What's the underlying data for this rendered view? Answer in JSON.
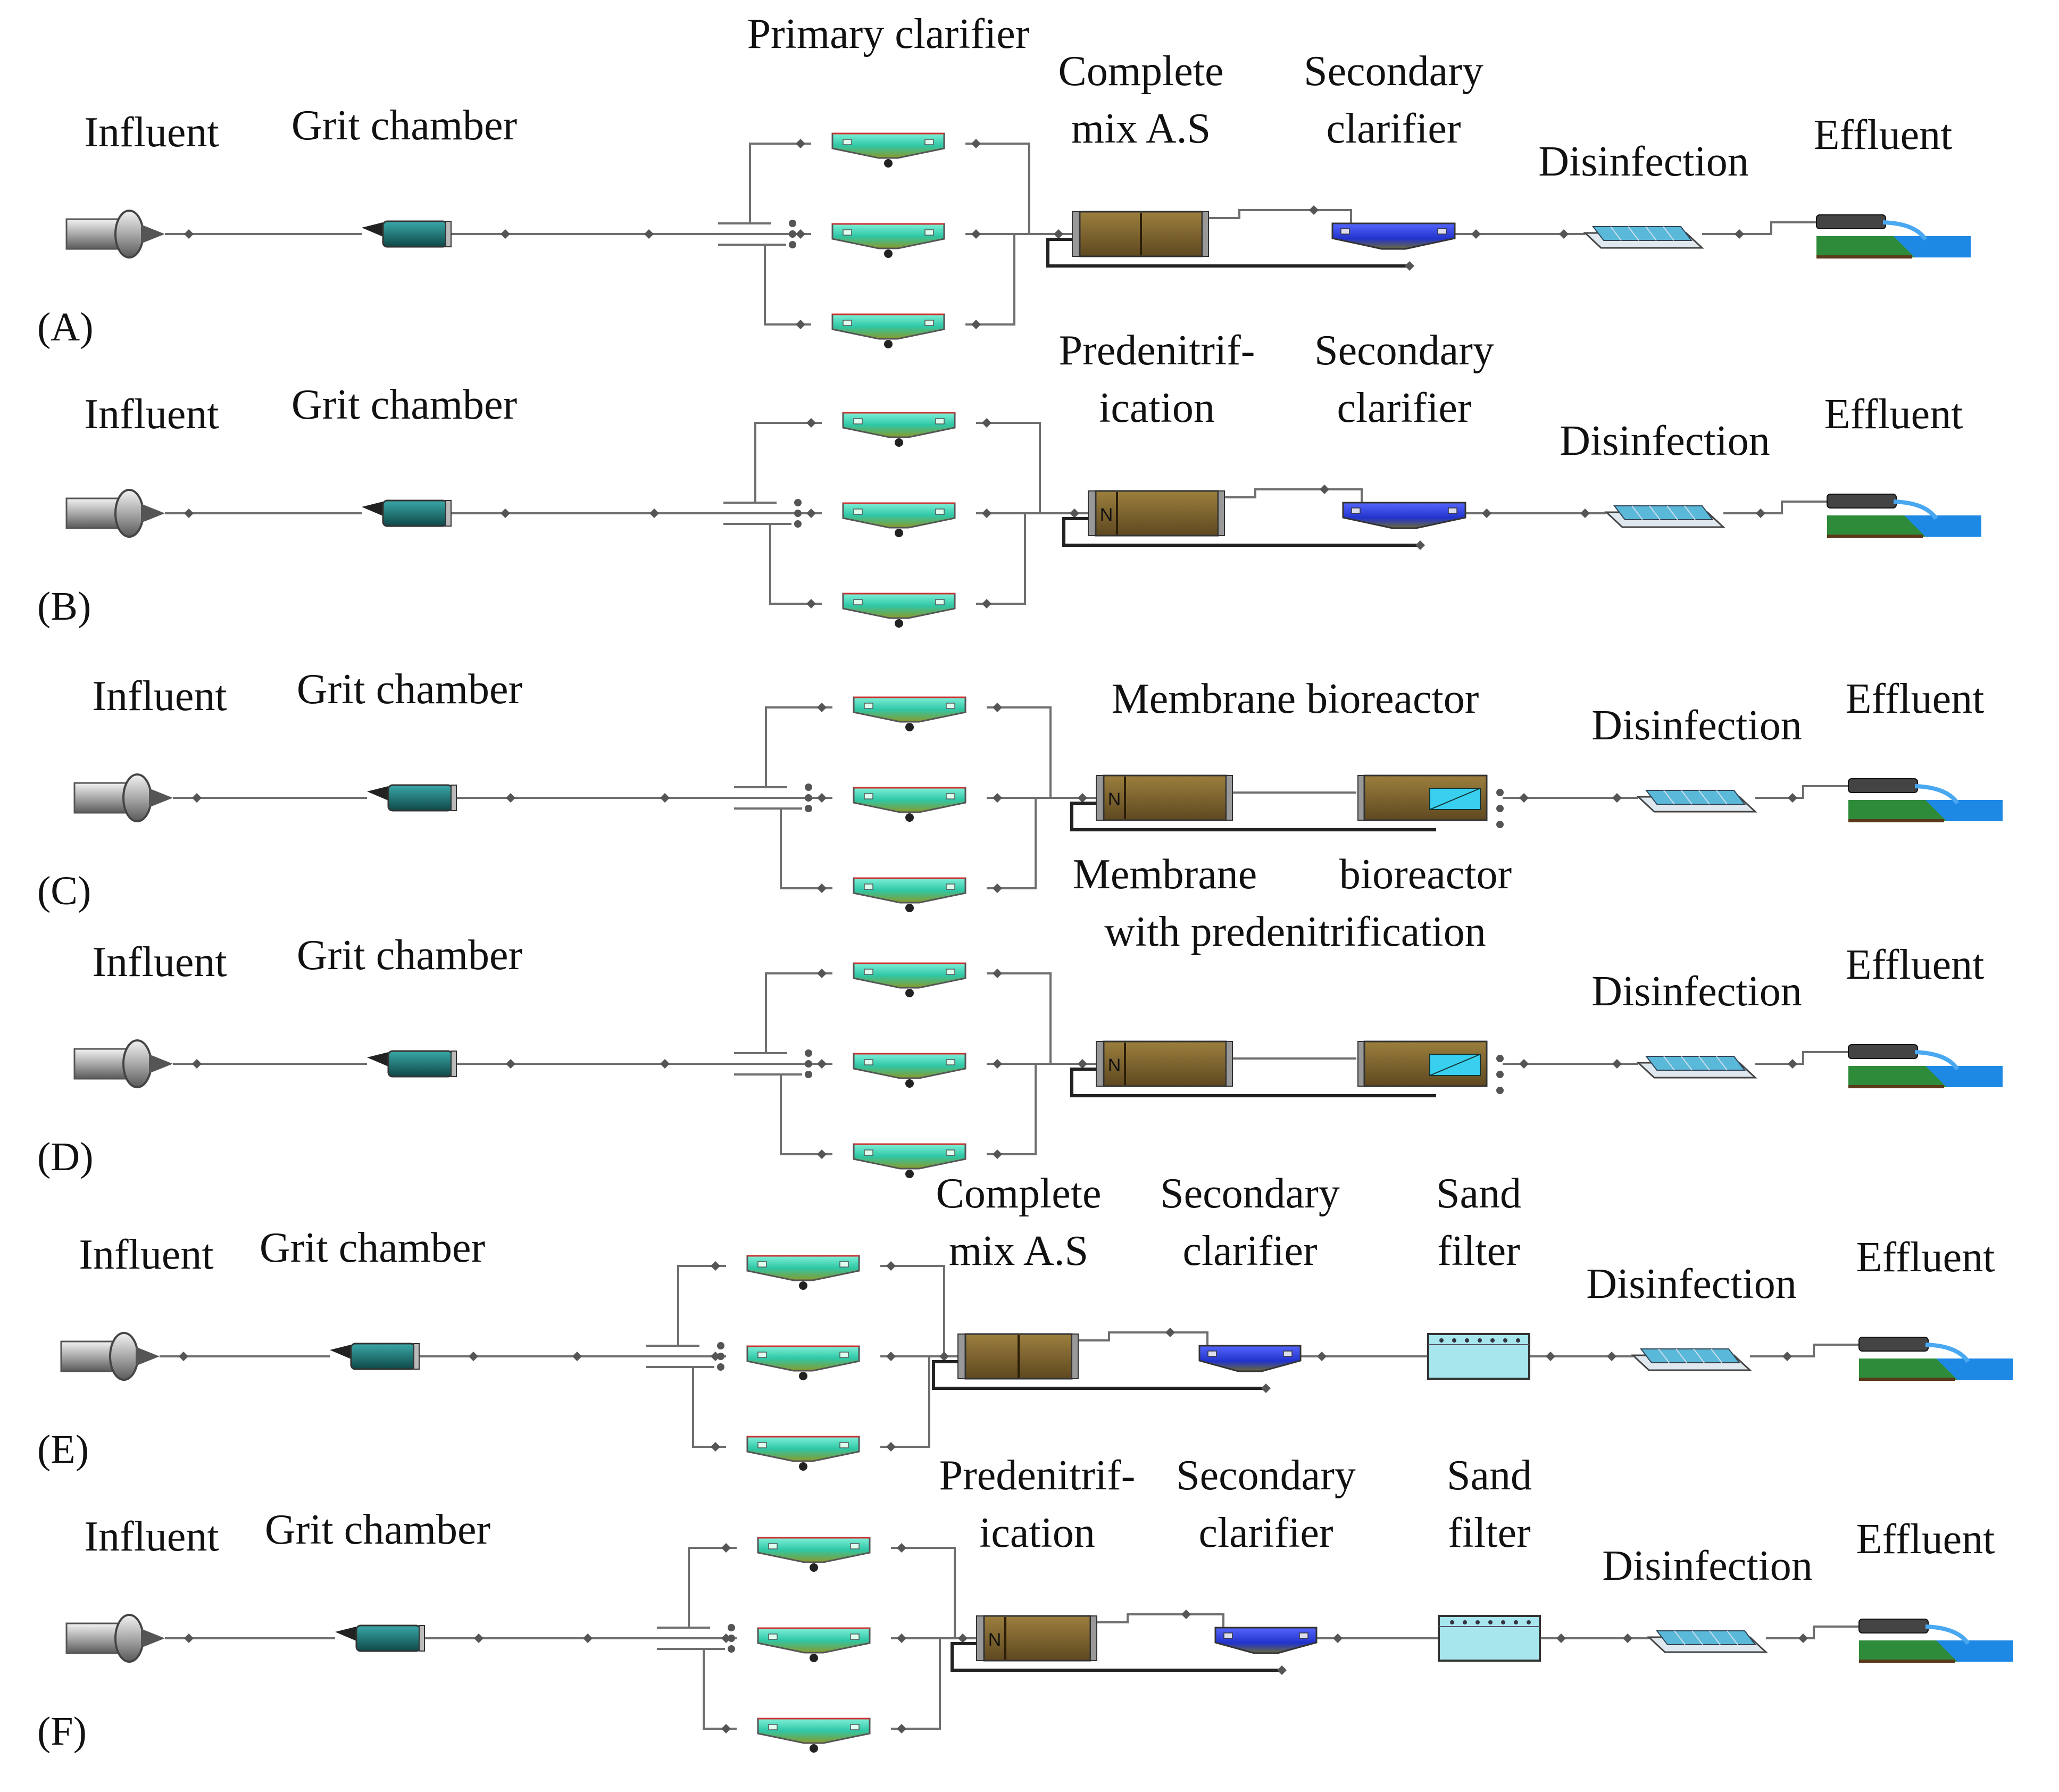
{
  "colors": {
    "clarifier_green": "#2fc7a6",
    "secondary_blue": "#2233cc",
    "bioreactor_brown": "#7a5f2c",
    "grit_teal": "#1f7a7a",
    "sand_filter": "#a8e6ee",
    "water_blue": "#1e88e5",
    "grass_green": "#2e8b3a"
  },
  "rows": [
    {
      "panel": "(A)",
      "influent": "Influent",
      "grit": "Grit chamber",
      "primary": "Primary clarifier",
      "bio": [
        "Complete",
        "mix A.S"
      ],
      "bio_kind": "as",
      "secondary": [
        "Secondary",
        "clarifier"
      ],
      "disinfection": "Disinfection",
      "effluent": "Effluent"
    },
    {
      "panel": "(B)",
      "influent": "Influent",
      "grit": "Grit chamber",
      "bio": [
        "Predenitrif-",
        "ication"
      ],
      "bio_kind": "prd",
      "secondary": [
        "Secondary",
        "clarifier"
      ],
      "disinfection": "Disinfection",
      "effluent": "Effluent"
    },
    {
      "panel": "(C)",
      "influent": "Influent",
      "grit": "Grit chamber",
      "bio": [
        "Membrane bioreactor"
      ],
      "bio_kind": "mbr",
      "disinfection": "Disinfection",
      "effluent": "Effluent"
    },
    {
      "panel": "(D)",
      "influent": "Influent",
      "grit": "Grit chamber",
      "bio": [
        "Membrane",
        "bioreactor",
        "with predenitrification"
      ],
      "bio_kind": "mbr",
      "disinfection": "Disinfection",
      "effluent": "Effluent"
    },
    {
      "panel": "(E)",
      "influent": "Influent",
      "grit": "Grit chamber",
      "bio": [
        "Complete",
        "mix A.S"
      ],
      "bio_kind": "as",
      "secondary": [
        "Secondary",
        "clarifier"
      ],
      "sand": [
        "Sand",
        "filter"
      ],
      "disinfection": "Disinfection",
      "effluent": "Effluent"
    },
    {
      "panel": "(F)",
      "influent": "Influent",
      "grit": "Grit chamber",
      "bio": [
        "Predenitrif-",
        "ication"
      ],
      "bio_kind": "prd",
      "secondary": [
        "Secondary",
        "clarifier"
      ],
      "sand": [
        "Sand",
        "filter"
      ],
      "disinfection": "Disinfection",
      "effluent": "Effluent"
    }
  ]
}
